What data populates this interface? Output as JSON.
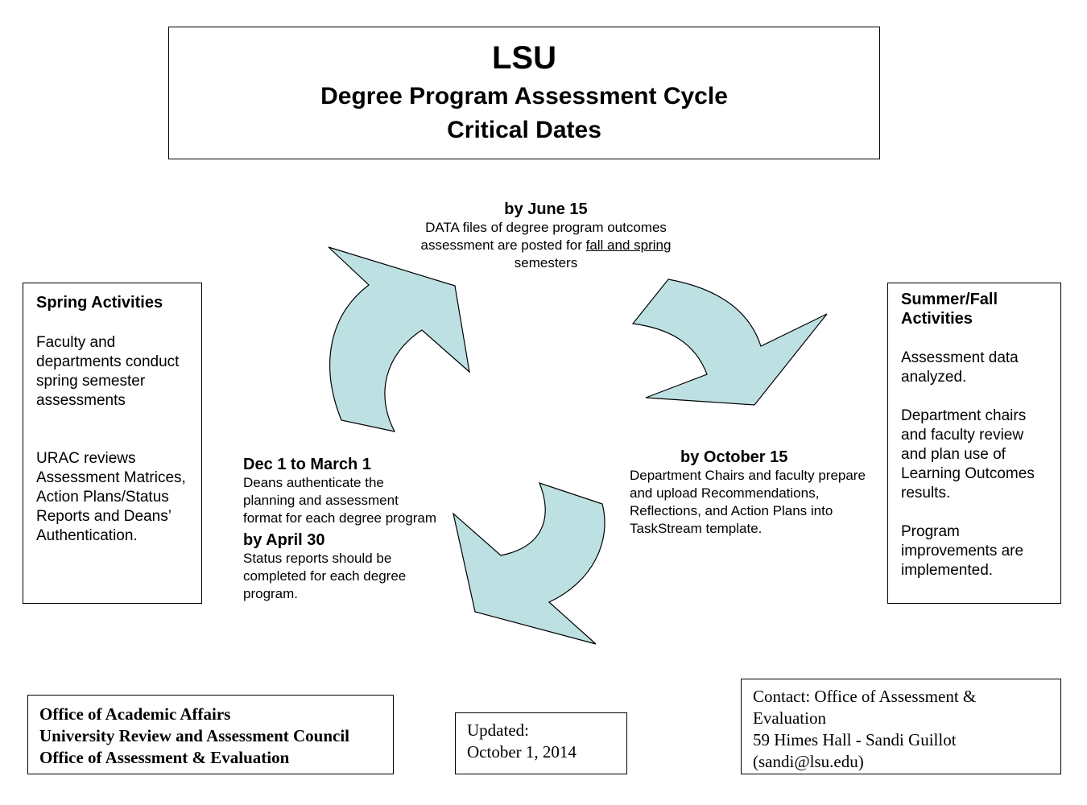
{
  "title": {
    "main": "LSU",
    "line1": "Degree Program Assessment Cycle",
    "line2": "Critical Dates"
  },
  "spring": {
    "heading": "Spring Activities",
    "para1": "Faculty and departments conduct spring semester assessments",
    "para2": "URAC reviews Assessment Matrices, Action Plans/Status Reports and Deans’ Authentication."
  },
  "summer": {
    "heading": "Summer/Fall Activities",
    "para1": "Assessment data analyzed.",
    "para2": "Department chairs and faculty review and plan use of Learning Outcomes results.",
    "para3": "Program improvements are implemented."
  },
  "steps": {
    "june": {
      "heading": "by June 15",
      "text_before": "DATA files of degree program outcomes assessment are posted for ",
      "text_underlined": "fall and spring",
      "text_after": " semesters"
    },
    "october": {
      "heading": "by October 15",
      "text": "Department Chairs and faculty prepare and upload Recommendations, Reflections, and Action Plans into TaskStream template."
    },
    "december": {
      "heading": "Dec 1 to March 1",
      "text": "Deans authenticate the planning and assessment format for each degree program"
    },
    "april": {
      "heading": "by April 30",
      "text": "Status reports should be completed for each degree program."
    }
  },
  "footer": {
    "office_lines": [
      "Office of Academic Affairs",
      "University Review and Assessment Council",
      "Office of Assessment & Evaluation"
    ],
    "updated_label": "Updated:",
    "updated_date": "October 1, 2014",
    "contact_lines": [
      "Contact: Office of Assessment &",
      "Evaluation",
      "59 Himes Hall - Sandi Guillot",
      "(sandi@lsu.edu)"
    ]
  },
  "colors": {
    "arrow_fill": "#bde0e3",
    "arrow_stroke": "#000000"
  }
}
